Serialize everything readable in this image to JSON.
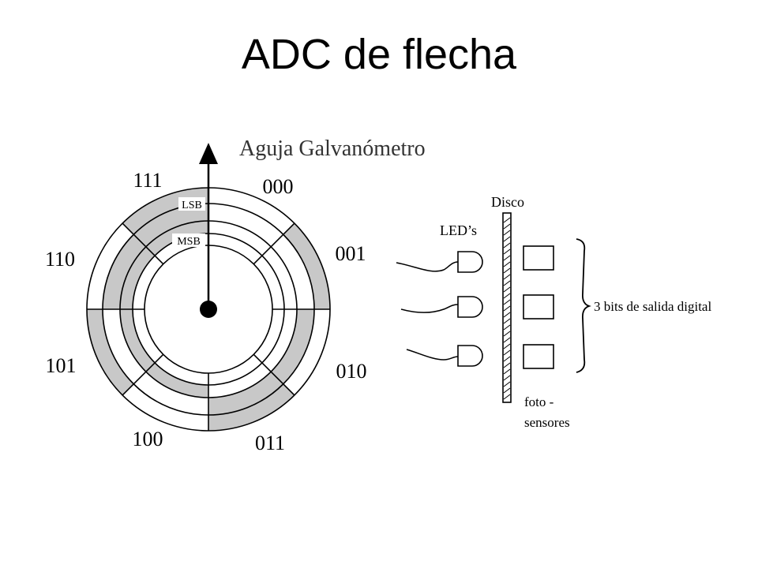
{
  "title": "ADC de flecha",
  "colors": {
    "ink": "#000000",
    "shade": "#c8c8c8",
    "paper": "#ffffff"
  },
  "dial": {
    "needle_label": "Aguja Galvanómetro",
    "lsb_label": "LSB",
    "msb_label": "MSB",
    "sector_codes": [
      "000",
      "001",
      "010",
      "011",
      "100",
      "101",
      "110",
      "111"
    ]
  },
  "sensor": {
    "disk_label": "Disco",
    "leds_label": "LED’s",
    "photo_label_line1": "foto -",
    "photo_label_line2": "sensores",
    "bits_label": "3 bits de salida digital"
  }
}
